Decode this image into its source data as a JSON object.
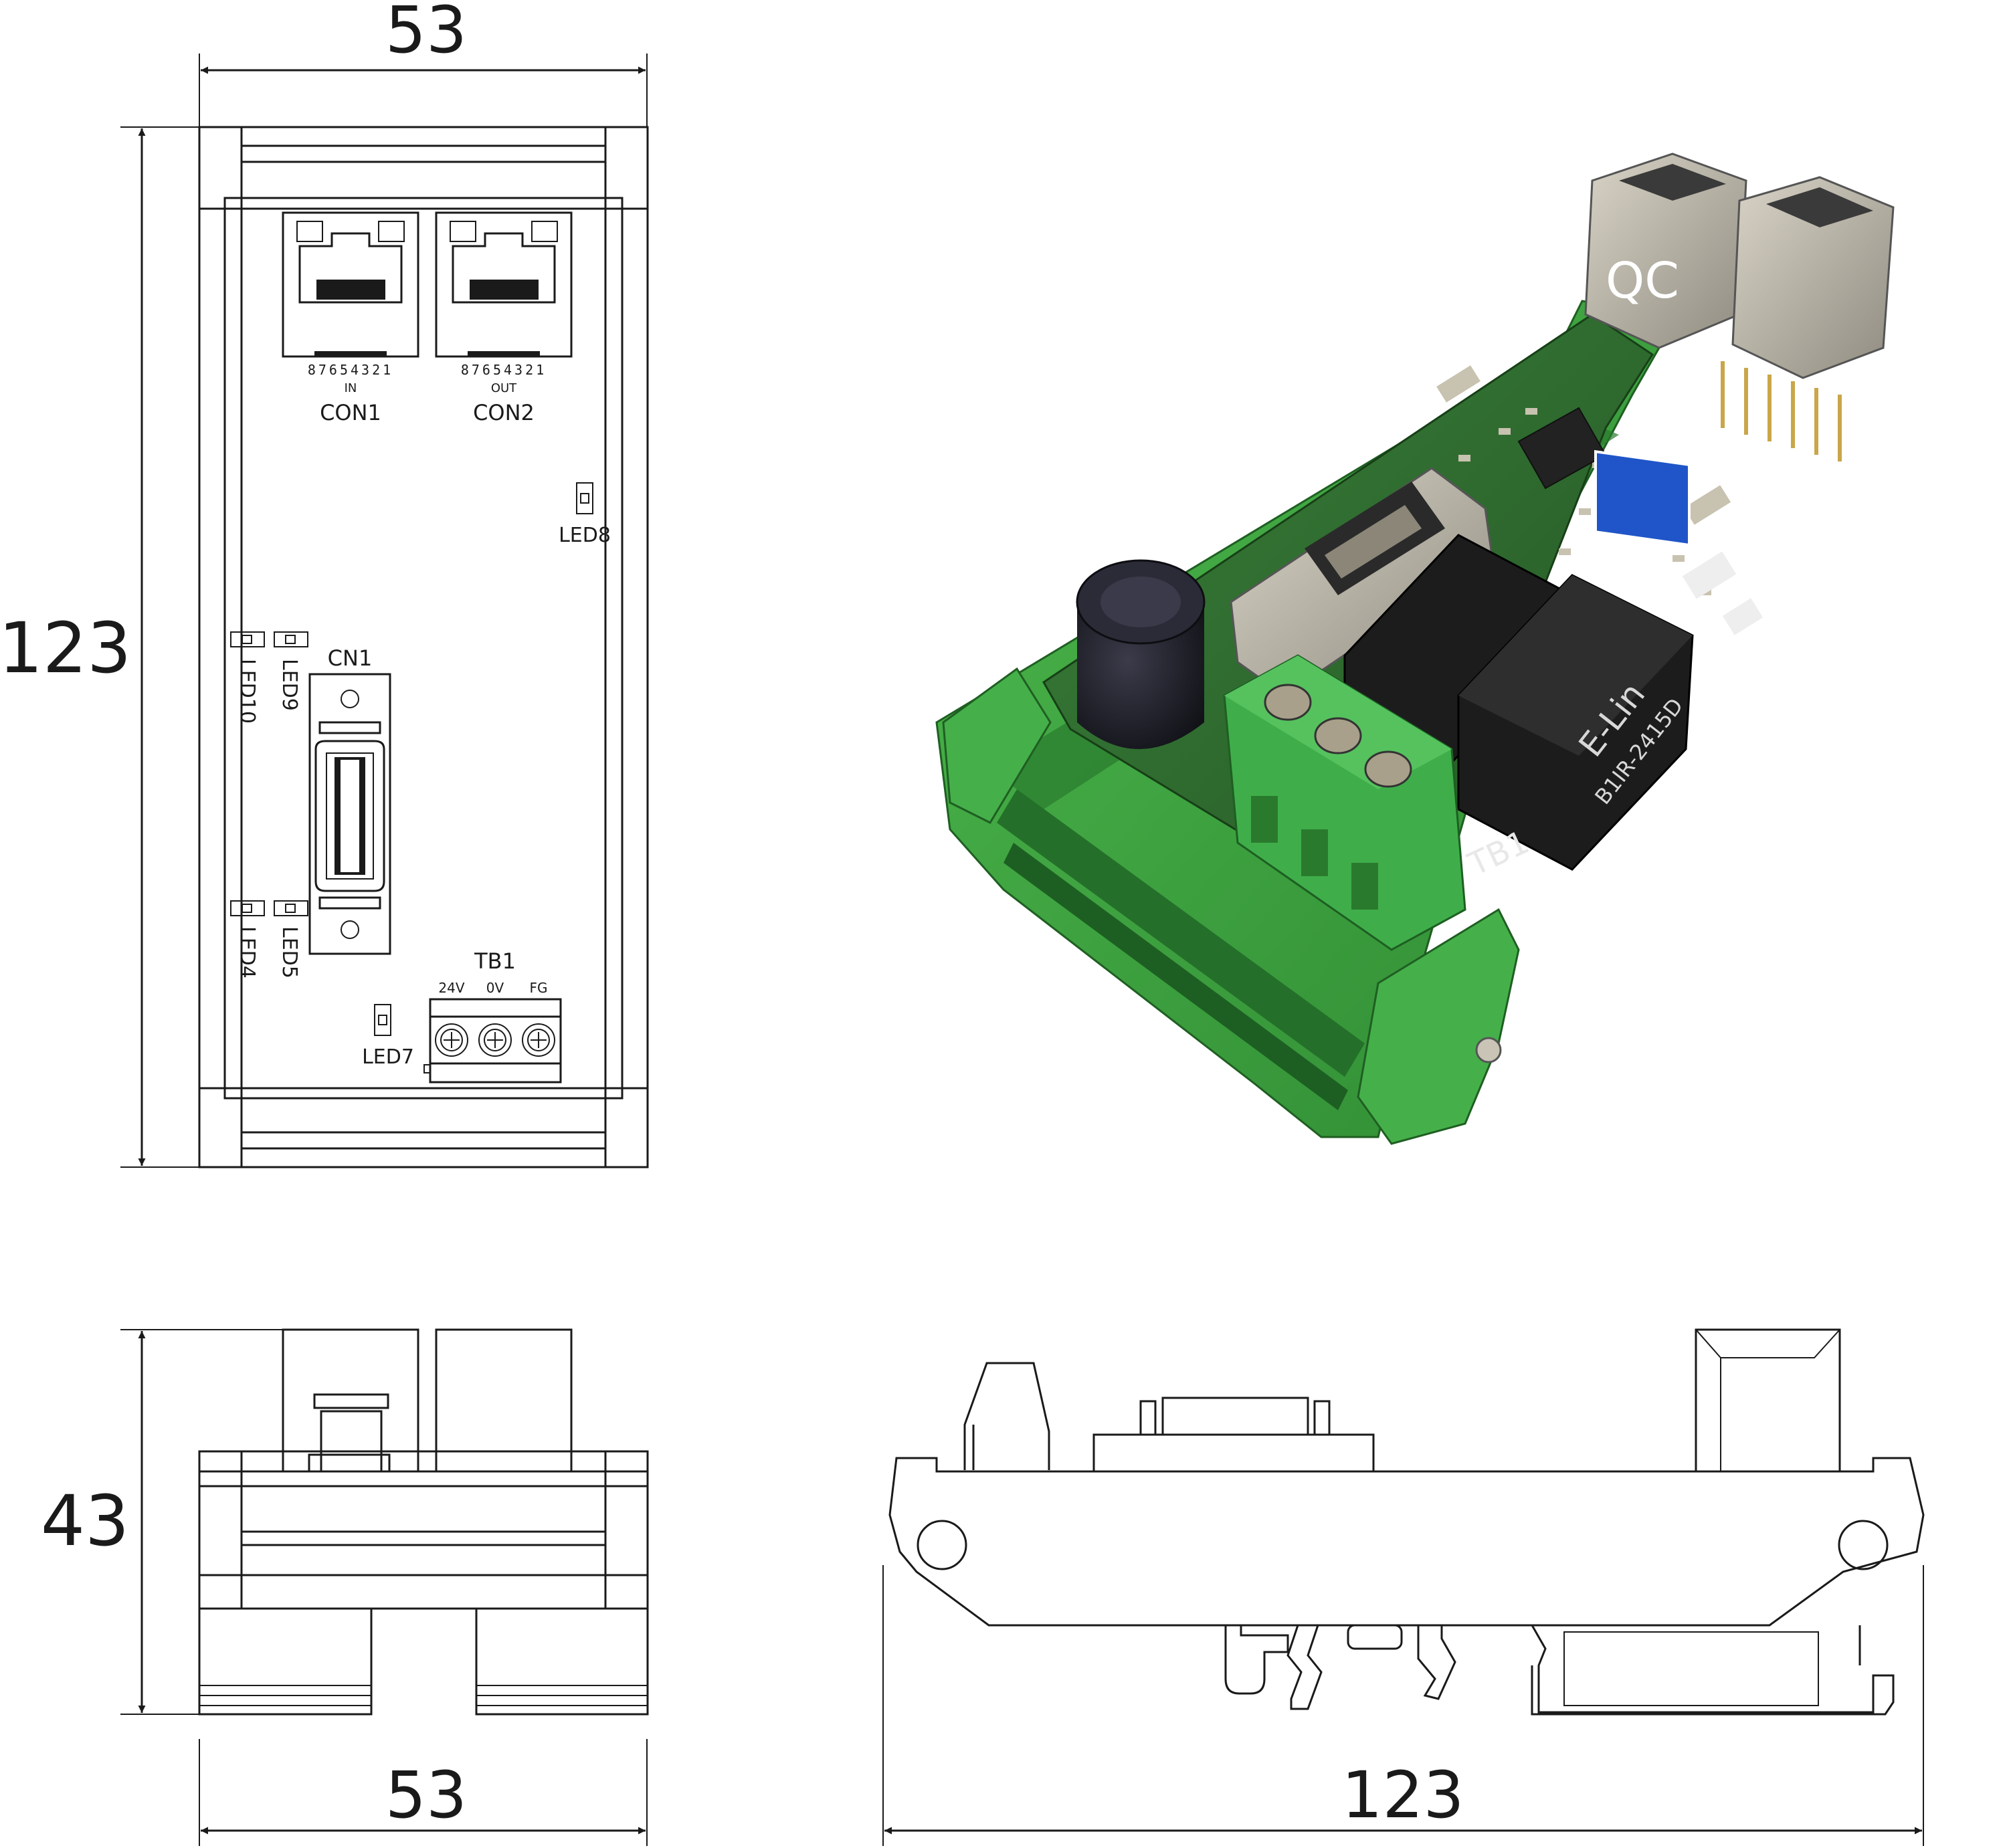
{
  "dimensions": {
    "top_view_width": "53",
    "top_view_height": "123",
    "front_view_height": "43",
    "front_view_width": "53",
    "side_view_length": "123"
  },
  "top_view": {
    "con1_pins": "87654321",
    "con1_sub": "IN",
    "con1_label": "CON1",
    "con2_pins": "87654321",
    "con2_sub": "OUT",
    "con2_label": "CON2",
    "led8": "LED8",
    "led10": "LED10",
    "led9": "LED9",
    "cn1": "CN1",
    "led4": "LED4",
    "led5": "LED5",
    "tb1": "TB1",
    "tb1_24v": "24V",
    "tb1_0v": "0V",
    "tb1_fg": "FG",
    "led7": "LED7"
  },
  "photo": {
    "qc_sticker": "QC",
    "tb1_silk": "TB1",
    "module_brand": "E-Lin",
    "module_part": "B1IR-2415D",
    "colors": {
      "rail_green": "#3a9a3a",
      "pcb_green": "#2e6b2e",
      "terminal_green": "#3fae4a",
      "module_black": "#1c1c1c",
      "sticker_blue": "#1f55c8"
    }
  }
}
